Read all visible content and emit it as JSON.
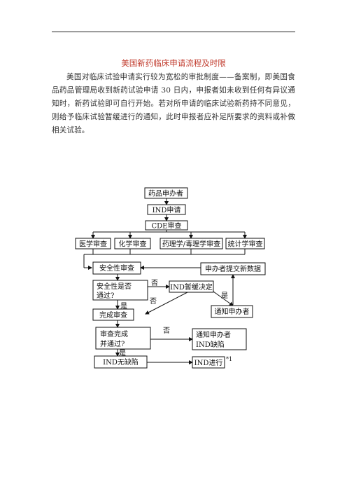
{
  "document": {
    "title": "美国新药临床申请流程及时限",
    "paragraph": "美国对临床试验申请实行较为宽松的审批制度——备案制，即美国食品药品管理局收到新药试验申请 30 日内，申报者如未收到任何有异议通知时，新药试验即可自行开始。若对所申请的临床试验新药持不同意见，则给予临床试验暂缓进行的通知，此时申报者应补足所要求的资料或补做相关试验。"
  },
  "flowchart": {
    "nodes": {
      "sponsor": "药品申办者",
      "ind_apply": "IND申请",
      "cde_review": "CDE审查",
      "medical": "医学审查",
      "chemistry": "化学审查",
      "pharm_tox": "药理学/毒理学审查",
      "statistics": "统计学审查",
      "safety_review": "安全性审查",
      "sponsor_submit": "申办者提交新数据",
      "safety_ok_1": "安全性是否",
      "safety_ok_2": "通过?",
      "ind_hold": "IND暂缓决定",
      "notify_sponsor": "通知申办者",
      "complete_review": "完成审查",
      "review_done_1": "审查完成",
      "review_done_2": "并通过?",
      "notify_defect_1": "通知申办者",
      "notify_defect_2": "IND缺陷",
      "ind_no_defect": "IND无缺陷",
      "ind_proceed": "IND进行"
    },
    "labels": {
      "no_1": "否",
      "no_2": "否",
      "no_3": "否",
      "yes_1": "是",
      "yes_2": "是",
      "yes_3": "是",
      "footnote": "*1"
    }
  }
}
